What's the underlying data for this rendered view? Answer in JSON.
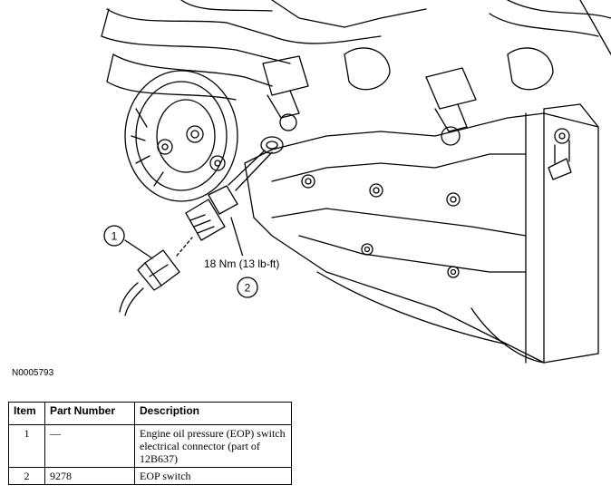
{
  "figure": {
    "id": "N0005793",
    "callouts": [
      {
        "number": "1"
      },
      {
        "number": "2"
      }
    ],
    "torque_spec": "18 Nm (13 lb-ft)"
  },
  "parts_table": {
    "headers": [
      "Item",
      "Part Number",
      "Description"
    ],
    "rows": [
      {
        "item": "1",
        "part_number": "—",
        "description": "Engine oil pressure (EOP) switch electrical connector (part of 12B637)"
      },
      {
        "item": "2",
        "part_number": "9278",
        "description": "EOP switch"
      }
    ]
  }
}
